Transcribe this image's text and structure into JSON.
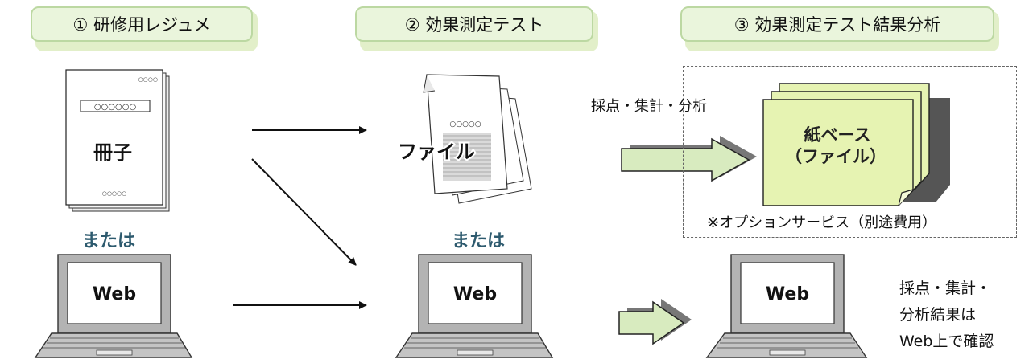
{
  "steps": [
    {
      "label": "① 研修用レジュメ"
    },
    {
      "label": "② 効果測定テスト"
    },
    {
      "label": "③ 効果測定テスト結果分析"
    }
  ],
  "booklet": {
    "title_text": "○○○○○○",
    "label": "冊子",
    "corner_text": "○○○○",
    "bottom_text": "○○○○○"
  },
  "file_doc": {
    "label": "ファイル",
    "title_text": "○○○○○"
  },
  "or_label_1": "または",
  "or_label_2": "または",
  "laptops": [
    {
      "label": "Web"
    },
    {
      "label": "Web"
    },
    {
      "label": "Web"
    }
  ],
  "paper_section": {
    "caption": "採点・集計・分析",
    "stack_label_line1": "紙ベース",
    "stack_label_line2": "（ファイル）",
    "option_note": "※オプションサービス（別途費用）"
  },
  "web_result_note": [
    "採点・集計・",
    "分析結果は",
    "Web上で確認"
  ],
  "colors": {
    "tab_fill": "#eaf5dc",
    "tab_border": "#bcd8a2",
    "accent_text": "#2d5a6e",
    "stack_fill": "#e6f3b2",
    "arrow_fill": "#d8ebbf"
  }
}
